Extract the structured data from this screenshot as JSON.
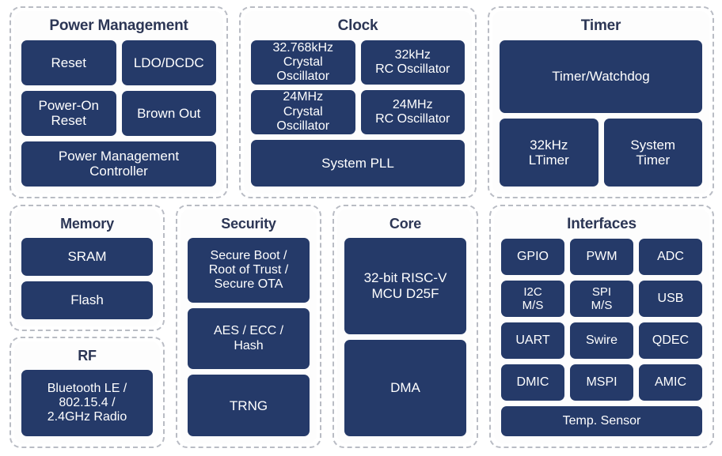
{
  "theme": {
    "block_fill": "#253a69",
    "block_text": "#ffffff",
    "group_border": "#b9bcc4",
    "panel_fill": "#fdfdfd",
    "title_color": "#2c3655",
    "page_background": "#ffffff"
  },
  "groups": {
    "power_management": {
      "title": "Power Management",
      "blocks": {
        "reset": "Reset",
        "ldo_dcdc": "LDO/DCDC",
        "power_on_reset": "Power-On\nReset",
        "brown_out": "Brown Out",
        "pm_controller": "Power Management\nController"
      }
    },
    "clock": {
      "title": "Clock",
      "blocks": {
        "xtal_32768k": "32.768kHz\nCrystal\nOscillator",
        "rc_32k": "32kHz\nRC Oscillator",
        "xtal_24m": "24MHz\nCrystal\nOscillator",
        "rc_24m": "24MHz\nRC Oscillator",
        "system_pll": "System PLL"
      }
    },
    "timer": {
      "title": "Timer",
      "blocks": {
        "timer_watchdog": "Timer/Watchdog",
        "ltimer_32k": "32kHz\nLTimer",
        "system_timer": "System\nTimer"
      }
    },
    "memory": {
      "title": "Memory",
      "blocks": {
        "sram": "SRAM",
        "flash": "Flash"
      }
    },
    "rf": {
      "title": "RF",
      "blocks": {
        "radio": "Bluetooth LE /\n802.15.4 /\n2.4GHz Radio"
      }
    },
    "security": {
      "title": "Security",
      "blocks": {
        "secure_boot": "Secure Boot /\nRoot of Trust /\nSecure OTA",
        "crypto": "AES / ECC /\nHash",
        "trng": "TRNG"
      }
    },
    "core": {
      "title": "Core",
      "blocks": {
        "cpu": "32-bit RISC-V\nMCU D25F",
        "dma": "DMA"
      }
    },
    "interfaces": {
      "title": "Interfaces",
      "blocks": {
        "gpio": "GPIO",
        "pwm": "PWM",
        "adc": "ADC",
        "i2c": "I2C\nM/S",
        "spi": "SPI\nM/S",
        "usb": "USB",
        "uart": "UART",
        "swire": "Swire",
        "qdec": "QDEC",
        "dmic": "DMIC",
        "mspi": "MSPI",
        "amic": "AMIC",
        "temp_sensor": "Temp. Sensor"
      }
    }
  }
}
